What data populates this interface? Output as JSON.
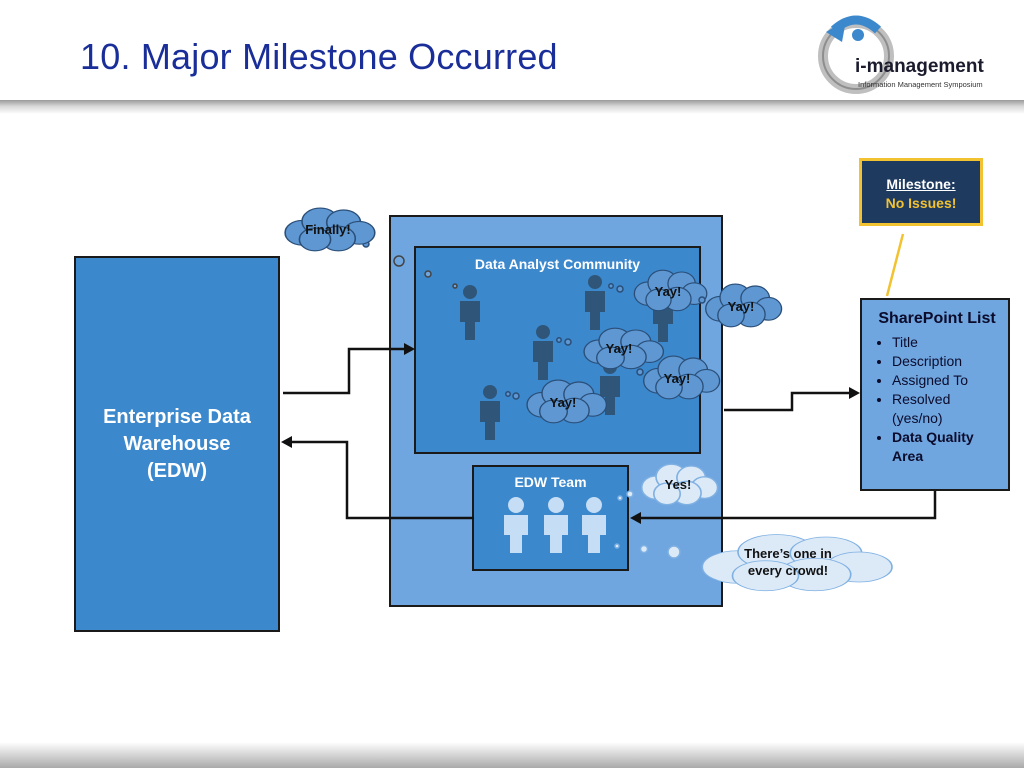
{
  "slide": {
    "title": "10. Major Milestone Occurred"
  },
  "logo": {
    "main_text": "i-management",
    "sub_text": "Information Management Symposium"
  },
  "diagram": {
    "edw_box": "Enterprise Data Warehouse (EDW)",
    "analyst_community": "Data Analyst Community",
    "edw_team": "EDW Team",
    "sharepoint": {
      "title": "SharePoint List",
      "fields": [
        "Title",
        "Description",
        "Assigned To",
        "Resolved (yes/no)",
        "Data Quality Area"
      ]
    },
    "milestone": {
      "label": "Milestone:",
      "status": "No Issues!"
    },
    "clouds": {
      "finally": "Finally!",
      "yay_1": "Yay!",
      "yay_2": "Yay!",
      "yay_3": "Yay!",
      "yay_4": "Yay!",
      "yay_5": "Yay!",
      "yes": "Yes!",
      "crowd": "There’s one in every crowd!"
    }
  },
  "colors": {
    "title": "#1a2e9a",
    "box_blue": "#3c88cd",
    "light_blue": "#6fa6e0",
    "cloud_fill": "#5e97d2",
    "cloud_light": "#dceaf8",
    "person_dark": "#2f5679",
    "person_light": "#c5ddf5",
    "milestone_border": "#f2c230",
    "milestone_bg": "#1f3a5f"
  }
}
